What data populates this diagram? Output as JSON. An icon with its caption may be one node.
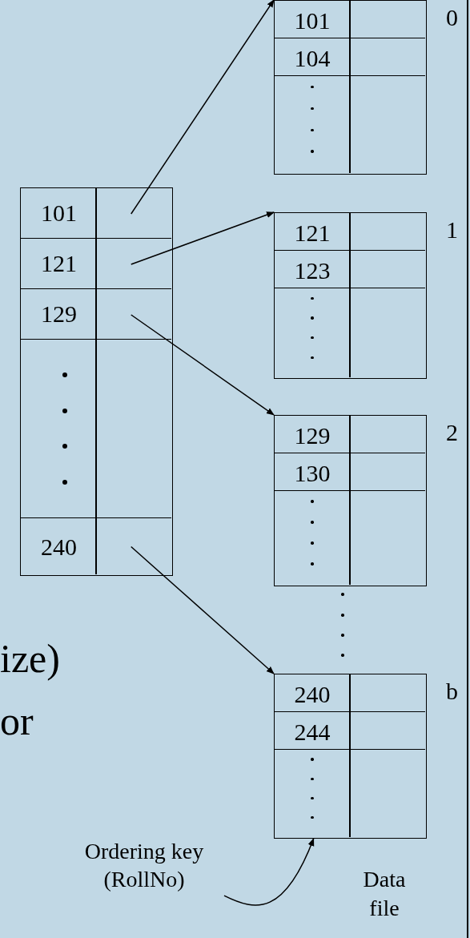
{
  "diagram": {
    "nodes": [
      {
        "text": [],
        "shape": "box"
      },
      {
        "text": [
          "101"
        ],
        "in": 0
      },
      {
        "text": [
          "121"
        ],
        "in": 0
      },
      {
        "text": [
          "129"
        ],
        "in": 0
      },
      {
        "text": [
          "240"
        ],
        "in": 0
      },
      {
        "text": [
          "101",
          "104"
        ],
        "beside": [
          "0"
        ]
      },
      {
        "text": [
          "121",
          "123"
        ],
        "beside": [
          "1"
        ]
      },
      {
        "text": [
          "129",
          "130"
        ],
        "beside": [
          "2"
        ]
      },
      {
        "text": [
          "240",
          "244"
        ],
        "beside": [
          "b"
        ]
      },
      {
        "text": [
          "Ordering key (RollNo)"
        ]
      }
    ],
    "edges": [
      {
        "from": 1,
        "to": 5,
        "arrow": "to"
      },
      {
        "from": 2,
        "to": 6,
        "arrow": "to"
      },
      {
        "from": 3,
        "to": 7,
        "arrow": "to"
      },
      {
        "from": 4,
        "to": 8,
        "arrow": "to"
      },
      {
        "from": 9,
        "to": 8,
        "arrow": "to"
      }
    ],
    "labels": [
      "ize)",
      "or",
      "Data file"
    ]
  }
}
